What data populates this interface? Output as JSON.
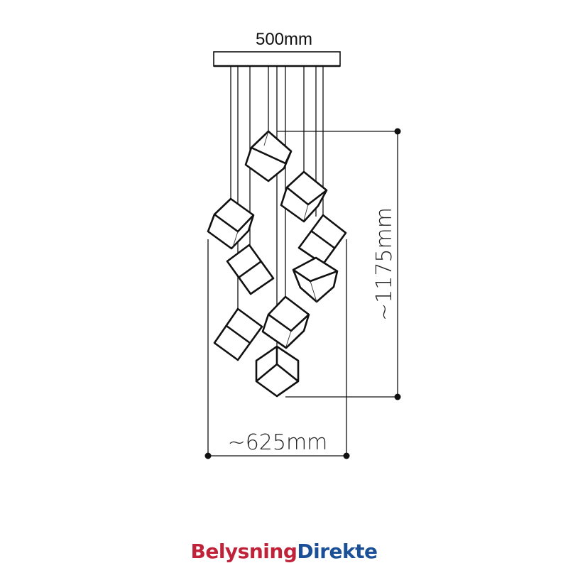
{
  "diagram": {
    "type": "product-dimension-drawing",
    "subject": "cluster pendant lamp with 9 geometric cube shades",
    "canopy_width_label": "500mm",
    "height_label": "~1175mm",
    "spread_width_label": "~625mm",
    "cube_count": 9,
    "line_color": "#111111"
  },
  "brand": {
    "part1": "Belysning",
    "part2": "Direkte",
    "part1_color": "#c0223a",
    "part2_color": "#1b4f96"
  }
}
